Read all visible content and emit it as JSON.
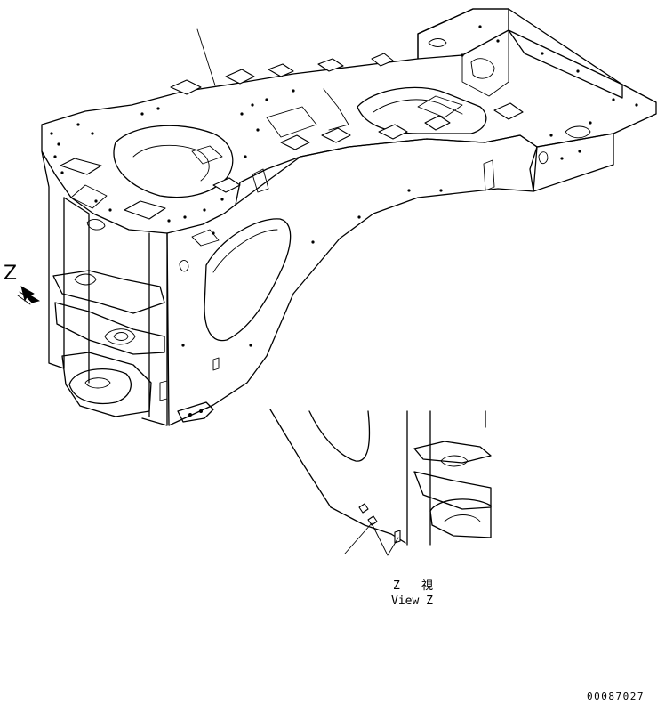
{
  "view_marker": {
    "letter": "Z"
  },
  "detail_view": {
    "caption_letter": "Z",
    "caption_kanji": "視",
    "caption_english": "View Z"
  },
  "drawing_number": "00087027"
}
